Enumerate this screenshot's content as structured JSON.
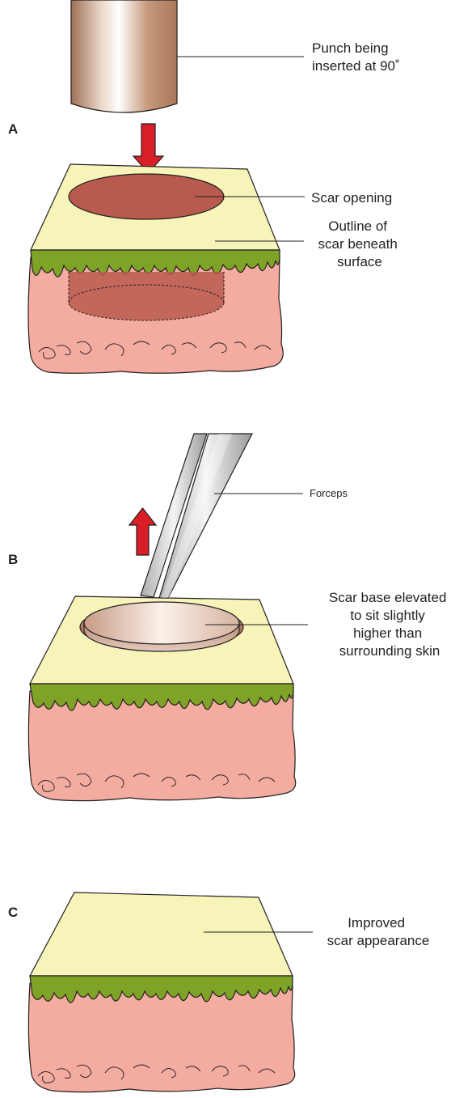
{
  "panels": [
    {
      "id": "A",
      "letter": "A",
      "labels": {
        "punch": [
          "Punch being",
          "inserted at 90˚"
        ],
        "scar_opening": [
          "Scar opening"
        ],
        "outline": [
          "Outline of",
          "scar beneath",
          "surface"
        ]
      }
    },
    {
      "id": "B",
      "letter": "B",
      "labels": {
        "forceps": [
          "Forceps"
        ],
        "elevated": [
          "Scar base elevated",
          "to sit slightly",
          "higher than",
          "surrounding skin"
        ]
      }
    },
    {
      "id": "C",
      "letter": "C",
      "labels": {
        "improved": [
          "Improved",
          "scar appearance"
        ]
      }
    }
  ],
  "colors": {
    "epidermis_top": "#f6f4b8",
    "epidermis_band": "#7fa326",
    "dermis": "#f4aba0",
    "scar": "#b85a4e",
    "arrow": "#d91e28",
    "outline": "#231f20"
  }
}
